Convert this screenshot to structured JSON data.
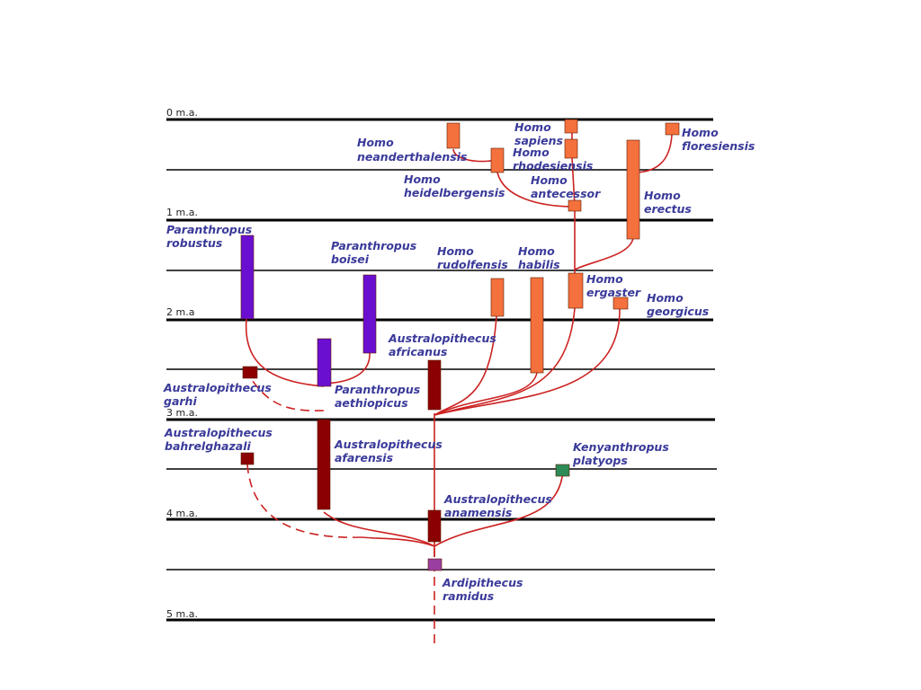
{
  "colors": {
    "homo": "#f4703c",
    "paranthropus": "#6a0fd0",
    "australopithecus": "#8b0000",
    "kenyanthropus": "#2e8b57",
    "ardipithecus": "#9a3fa0",
    "branch": "#cc2222",
    "label": "#3a3a9a"
  },
  "time_labels": [
    "0 m.a.",
    "1 m.a.",
    "2 m.a",
    "3 m.a.",
    "4 m.a.",
    "5 m.a."
  ],
  "species": [
    {
      "id": "homo-neanderthalensis",
      "lines": [
        "Homo",
        "neanderthalensis"
      ],
      "group": "homo"
    },
    {
      "id": "homo-sapiens",
      "lines": [
        "Homo",
        "sapiens"
      ],
      "group": "homo"
    },
    {
      "id": "homo-rhodesiensis",
      "lines": [
        "Homo",
        "rhodesiensis"
      ],
      "group": "homo"
    },
    {
      "id": "homo-floresiensis",
      "lines": [
        "Homo",
        "floresiensis"
      ],
      "group": "homo"
    },
    {
      "id": "homo-heidelbergensis",
      "lines": [
        "Homo",
        "heidelbergensis"
      ],
      "group": "homo"
    },
    {
      "id": "homo-antecessor",
      "lines": [
        "Homo",
        "antecessor"
      ],
      "group": "homo"
    },
    {
      "id": "homo-erectus",
      "lines": [
        "Homo",
        "erectus"
      ],
      "group": "homo"
    },
    {
      "id": "paranthropus-robustus",
      "lines": [
        "Paranthropus",
        "robustus"
      ],
      "group": "paranthropus"
    },
    {
      "id": "paranthropus-boisei",
      "lines": [
        "Paranthropus",
        "boisei"
      ],
      "group": "paranthropus"
    },
    {
      "id": "homo-rudolfensis",
      "lines": [
        "Homo",
        "rudolfensis"
      ],
      "group": "homo"
    },
    {
      "id": "homo-habilis",
      "lines": [
        "Homo",
        "habilis"
      ],
      "group": "homo"
    },
    {
      "id": "homo-ergaster",
      "lines": [
        "Homo",
        "ergaster"
      ],
      "group": "homo"
    },
    {
      "id": "homo-georgicus",
      "lines": [
        "Homo",
        "georgicus"
      ],
      "group": "homo"
    },
    {
      "id": "australopithecus-africanus",
      "lines": [
        "Australopithecus",
        "africanus"
      ],
      "group": "australopithecus"
    },
    {
      "id": "australopithecus-garhi",
      "lines": [
        "Australopithecus",
        "garhi"
      ],
      "group": "australopithecus"
    },
    {
      "id": "paranthropus-aethiopicus",
      "lines": [
        "Paranthropus",
        "aethiopicus"
      ],
      "group": "paranthropus"
    },
    {
      "id": "australopithecus-bahrelghazali",
      "lines": [
        "Australopithecus",
        "bahrelghazali"
      ],
      "group": "australopithecus"
    },
    {
      "id": "australopithecus-afarensis",
      "lines": [
        "Australopithecus",
        "afarensis"
      ],
      "group": "australopithecus"
    },
    {
      "id": "kenyanthropus-platyops",
      "lines": [
        "Kenyanthropus",
        "platyops"
      ],
      "group": "kenyanthropus"
    },
    {
      "id": "australopithecus-anamensis",
      "lines": [
        "Australopithecus",
        "anamensis"
      ],
      "group": "australopithecus"
    },
    {
      "id": "ardipithecus-ramidus",
      "lines": [
        "Ardipithecus",
        "ramidus"
      ],
      "group": "ardipithecus"
    }
  ]
}
